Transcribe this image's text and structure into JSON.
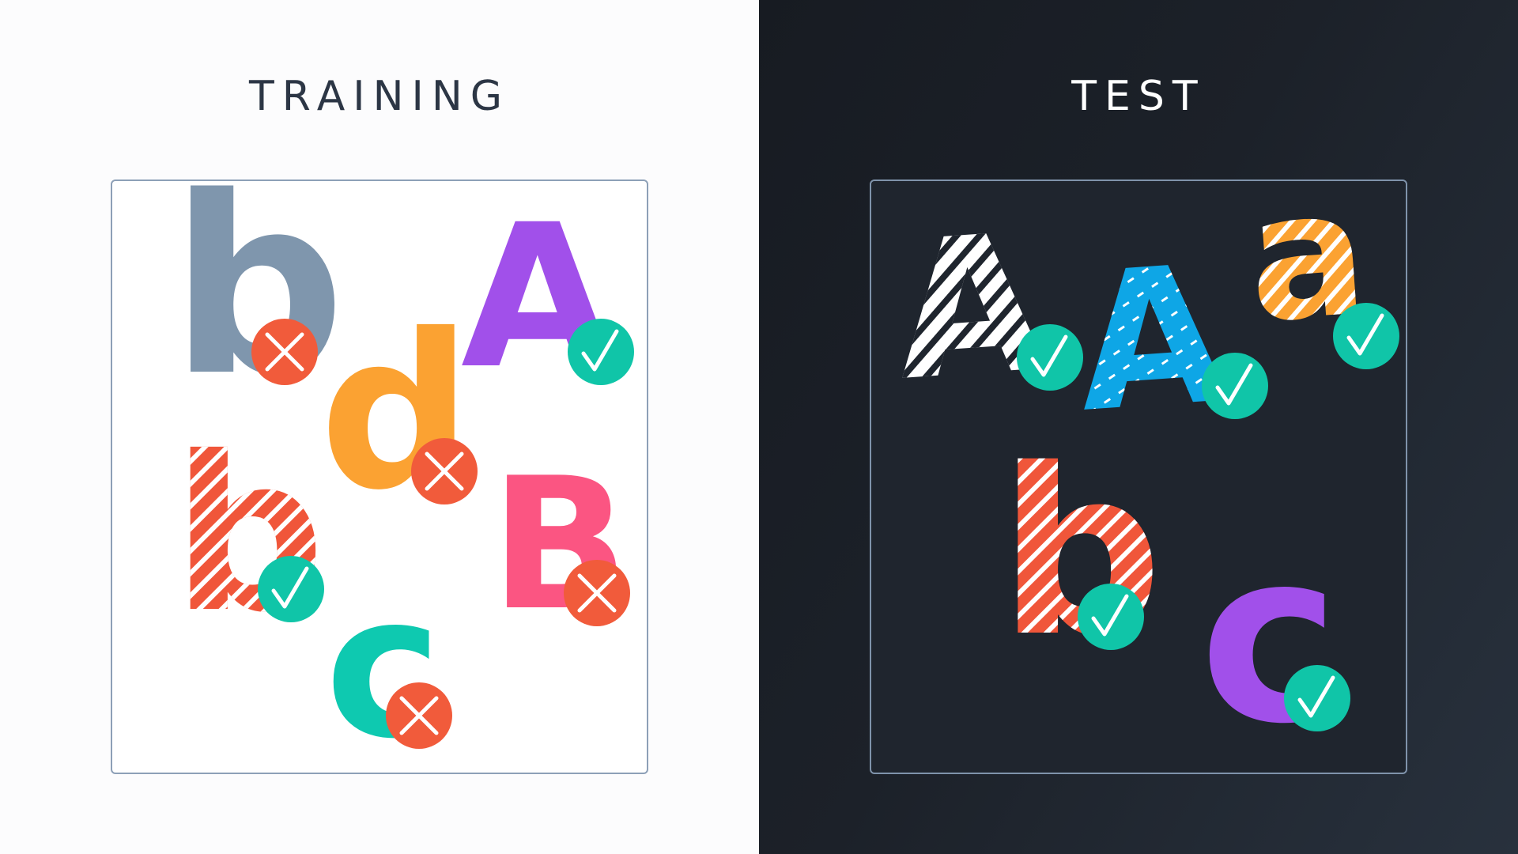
{
  "training": {
    "title": "TRAINING",
    "items": [
      {
        "letter": "b",
        "fill": "#7f96ad",
        "pattern": "solid",
        "result": "incorrect"
      },
      {
        "letter": "A",
        "fill": "#a150ea",
        "pattern": "solid",
        "result": "correct"
      },
      {
        "letter": "d",
        "fill": "#fba232",
        "pattern": "solid",
        "result": "incorrect"
      },
      {
        "letter": "b",
        "fill": "#f0563a",
        "pattern": "white-diagonal-stripes",
        "result": "correct"
      },
      {
        "letter": "B",
        "fill": "#fb5582",
        "pattern": "solid",
        "result": "incorrect"
      },
      {
        "letter": "c",
        "fill": "#0ec9b0",
        "pattern": "solid",
        "result": "incorrect"
      }
    ]
  },
  "test": {
    "title": "TEST",
    "items": [
      {
        "letter": "A",
        "fill": "#ffffff",
        "pattern": "dark-diagonal-stripes",
        "result": "correct"
      },
      {
        "letter": "A",
        "fill": "#0ea6e6",
        "pattern": "white-dashes",
        "result": "correct"
      },
      {
        "letter": "a",
        "fill": "#fba232",
        "pattern": "white-diagonal-stripes",
        "result": "correct"
      },
      {
        "letter": "b",
        "fill": "#f0563a",
        "pattern": "white-diagonal-stripes",
        "result": "correct"
      },
      {
        "letter": "c",
        "fill": "#a150ea",
        "pattern": "solid",
        "result": "correct"
      }
    ]
  },
  "colors": {
    "correct_badge": "#10c5a8",
    "incorrect_badge": "#f15b3b",
    "badge_mark": "#ffffff"
  },
  "icons": {
    "correct": "check-icon",
    "incorrect": "cross-icon"
  }
}
